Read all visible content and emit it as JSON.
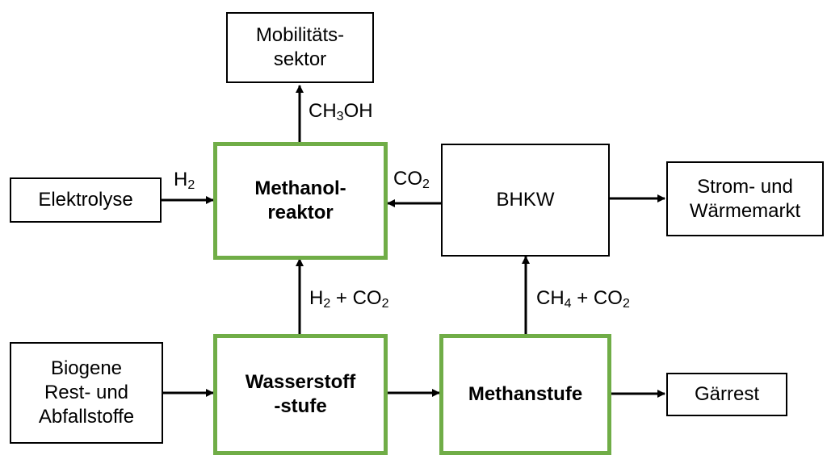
{
  "boxes": {
    "mobilitaet": {
      "line1": "Mobilitäts-",
      "line2": "sektor"
    },
    "elektrolyse": {
      "line1": "Elektrolyse"
    },
    "methanol": {
      "line1": "Methanol-",
      "line2": "reaktor"
    },
    "bhkw": {
      "line1": "BHKW"
    },
    "strom": {
      "line1": "Strom- und",
      "line2": "Wärmemarkt"
    },
    "biogen": {
      "line1": "Biogene",
      "line2": "Rest- und",
      "line3": "Abfallstoffe"
    },
    "wasserstoff": {
      "line1": "Wasserstoff",
      "line2": "-stufe"
    },
    "methan": {
      "line1": "Methanstufe"
    },
    "gaerrest": {
      "line1": "Gärrest"
    }
  },
  "labels": {
    "ch3oh": {
      "a": "CH",
      "s1": "3",
      "b": "OH"
    },
    "h2": {
      "a": "H",
      "s1": "2"
    },
    "co2": {
      "a": "CO",
      "s1": "2"
    },
    "h2co2": {
      "a": "H",
      "s1": "2",
      "b": " + CO",
      "s2": "2"
    },
    "ch4co2": {
      "a": "CH",
      "s1": "4",
      "b": " + CO",
      "s2": "2"
    }
  },
  "colors": {
    "stage_border": "#70ad47",
    "line": "#000000"
  }
}
